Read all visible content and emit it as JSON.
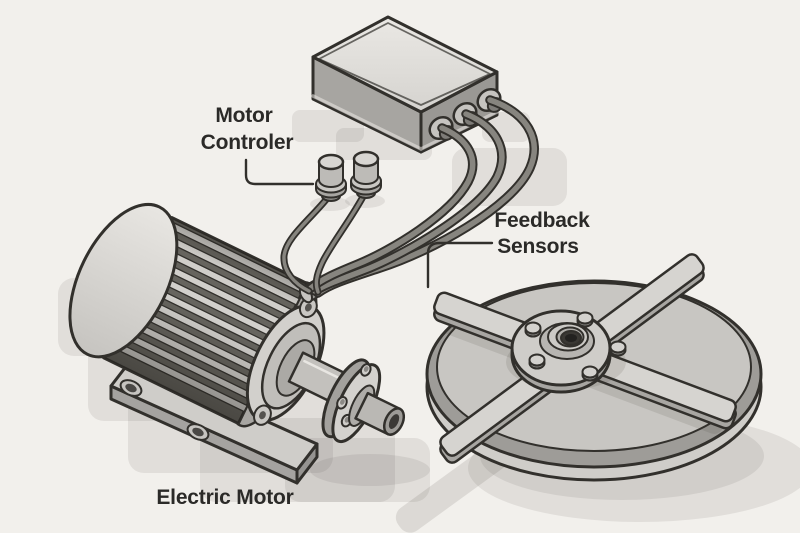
{
  "figure": {
    "type": "technical-illustration",
    "labels": {
      "controller": {
        "line1": "Motor",
        "line2": "Controler"
      },
      "sensors": {
        "line1": "Feedback",
        "line2": "Sensors"
      },
      "motor": {
        "text": "Electric Motor"
      }
    },
    "components": [
      "motor-controller-box",
      "cable-glands",
      "control-cables",
      "feedback-sensor-left",
      "feedback-sensor-right",
      "sensor-wires",
      "electric-motor",
      "cooling-fins",
      "motor-base-plate",
      "shaft-coupling",
      "flywheel-disc",
      "fan-blades",
      "hub-flange"
    ],
    "colors": {
      "background": "#f2f0ec",
      "ink": "#32302c",
      "text": "#2b2a28",
      "gray-lightest": "#e4e2de",
      "gray-light": "#d4d2ce",
      "gray-mid": "#c3c1bd",
      "gray-dark": "#a6a4a0",
      "gray-darker": "#8b8985",
      "fin-gap": "#67655f",
      "cable": "#87857f"
    }
  }
}
